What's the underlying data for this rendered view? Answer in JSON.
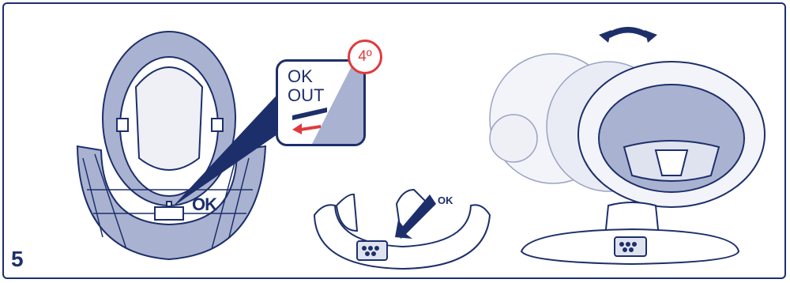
{
  "step_number": "5",
  "callout": {
    "line1": "OK",
    "line2": "OUT",
    "badge": "4º"
  },
  "labels": {
    "ok_left": "OK",
    "ok_center": "OK"
  },
  "colors": {
    "navy": "#1d2f6b",
    "fill": "#a9b3d1",
    "red": "#e03a3e",
    "light": "#dfe3ef"
  }
}
